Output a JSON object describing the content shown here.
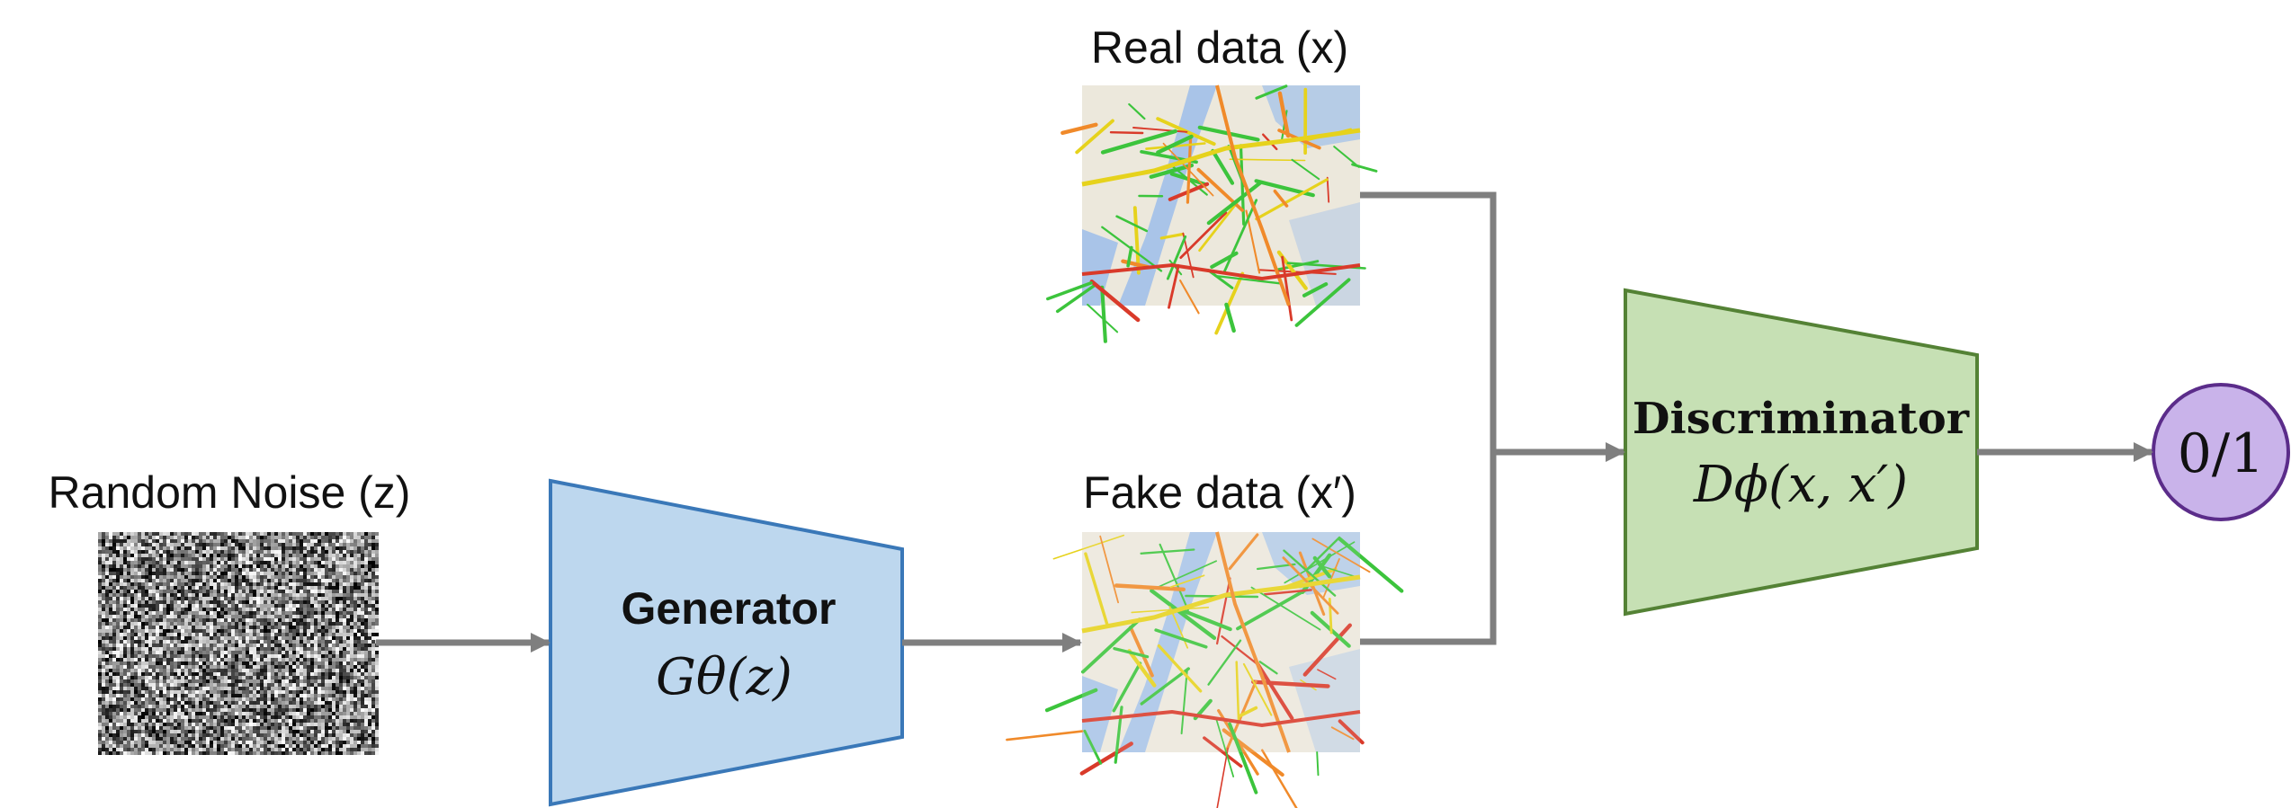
{
  "labels": {
    "noise": "Random Noise (z)",
    "real": "Real data (x)",
    "fake": "Fake data (x′)"
  },
  "generator": {
    "title": "Generator",
    "formula": "Gθ(z)"
  },
  "discriminator": {
    "title": "Discriminator",
    "formula": "Dϕ(x, x′)"
  },
  "output": {
    "text": "0/1"
  },
  "colors": {
    "generator_fill": "#bdd7ee",
    "generator_stroke": "#3a78b8",
    "discriminator_fill": "#c6e0b4",
    "discriminator_stroke": "#548235",
    "output_fill": "#c9b3ea",
    "output_stroke": "#5b2c8a",
    "arrow": "#7f7f7f",
    "map_bg": "#ece8dc",
    "map_water": "#a9c4e8",
    "road_green": "#3cc43c",
    "road_yellow": "#e6d21c",
    "road_red": "#d93a2a",
    "road_orange": "#f08a2a"
  },
  "icons": {
    "noise": "random-noise-image",
    "real": "traffic-map-image",
    "fake": "traffic-map-image"
  }
}
